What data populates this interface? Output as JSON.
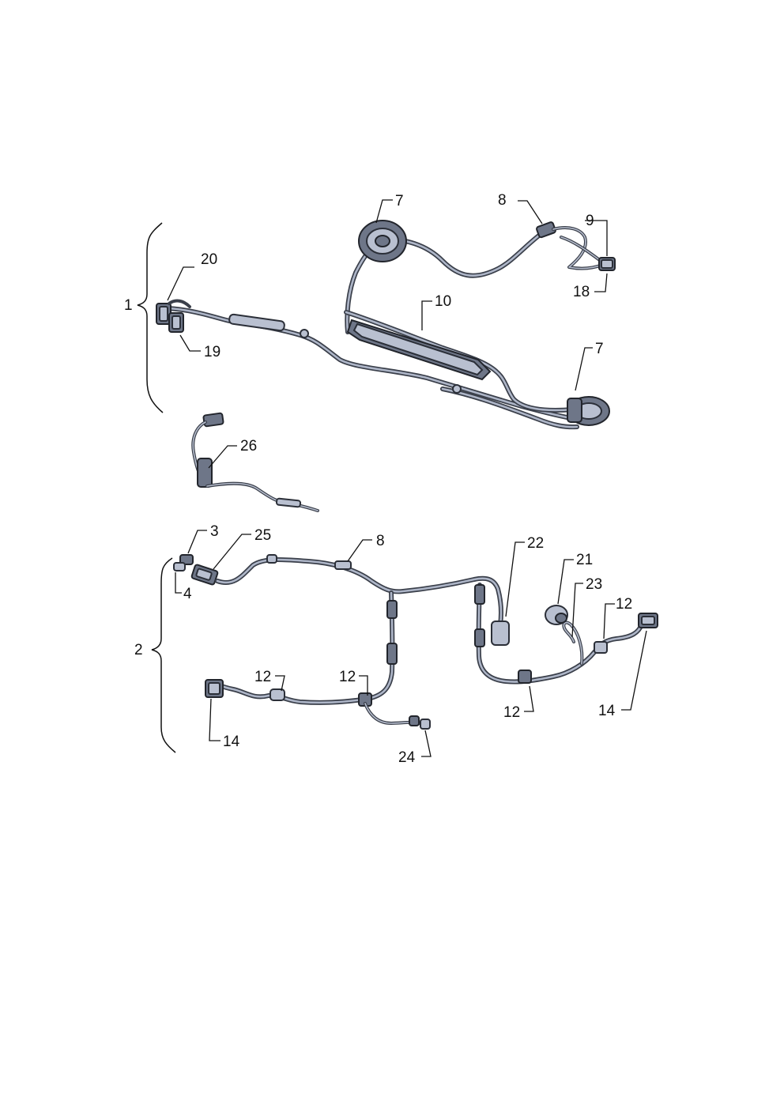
{
  "diagram": {
    "callouts": {
      "c1": "1",
      "c2": "2",
      "c3": "3",
      "c4": "4",
      "c7a": "7",
      "c7b": "7",
      "c8a": "8",
      "c8b": "8",
      "c9": "9",
      "c10": "10",
      "c12a": "12",
      "c12b": "12",
      "c12c": "12",
      "c12d": "12",
      "c14a": "14",
      "c14b": "14",
      "c18": "18",
      "c19": "19",
      "c20": "20",
      "c21": "21",
      "c22": "22",
      "c23": "23",
      "c24": "24",
      "c25": "25",
      "c26": "26"
    }
  }
}
